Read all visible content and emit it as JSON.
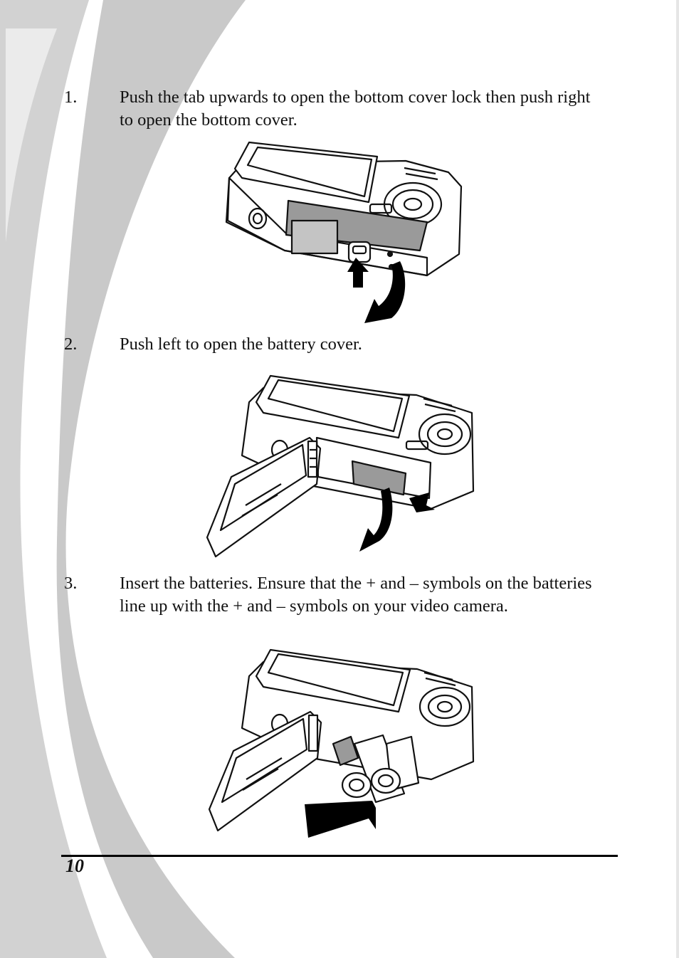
{
  "colors": {
    "swoosh": "#c9c9c9",
    "text": "#111111",
    "rule": "#000000"
  },
  "steps": [
    {
      "number": "1.",
      "text": "Push the tab upwards to open the bottom cover lock then push right to open the bottom cover.",
      "illustration": "camera-bottom-cover-lock-illustration"
    },
    {
      "number": "2.",
      "text": "Push left to open the battery cover.",
      "illustration": "camera-battery-cover-open-illustration"
    },
    {
      "number": "3.",
      "text": "Insert the batteries. Ensure that the + and – symbols on the batteries line up with the + and – symbols on your video camera.",
      "illustration": "camera-insert-batteries-illustration"
    }
  ],
  "footer": {
    "page_number": "10"
  }
}
